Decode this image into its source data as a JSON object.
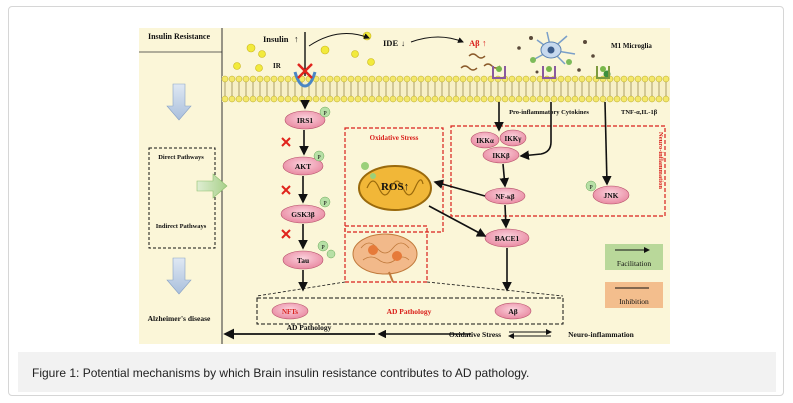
{
  "figure": {
    "side_labels": {
      "insulin_resistance": "Insulin Resistance",
      "direct_pathways": "Direct Pathways",
      "indirect_pathways": "Indirect Pathways",
      "alzheimers_disease": "Alzheimer's disease"
    },
    "membrane_labels": {
      "insulin": "Insulin",
      "ir": "IR",
      "ide": "IDE",
      "abeta_up": "Aβ",
      "m1_microglia": "M1 Microglia",
      "pro_inflammatory_cytokines": "Pro-inflammatory Cytokines",
      "tnf_il": "TNF-α,IL-1β"
    },
    "nodes": {
      "irs1": "IRS1",
      "akt": "AKT",
      "gsk3b": "GSK3β",
      "tau": "Tau",
      "ikka": "IKKα",
      "ikkg": "IKKγ",
      "ikkb": "IKKβ",
      "nfkb": "NF-κβ",
      "bace1": "BACE1",
      "jnk": "JNK",
      "p": "P"
    },
    "boxes": {
      "oxidative_stress": "Oxidative Stress",
      "ros": "ROS",
      "neuro_inflammation": "Neuro-inflammation",
      "ad_pathology": "AD Pathology",
      "nfts": "NFTs",
      "abeta": "Aβ"
    },
    "legend": {
      "facilitation": "Facilitation",
      "inhibition": "Inhibition"
    },
    "bottom": {
      "ad_pathology": "AD Pathology",
      "oxidative_stress": "Oxidative Stress",
      "neuro_inflammation": "Neuro-inflammation"
    }
  },
  "caption": "Figure 1: Potential mechanisms by which Brain insulin resistance contributes to AD pathology.",
  "colors": {
    "figure_background": "#fbf6d8",
    "node_fill": "#f2a6b8",
    "red_box": "#d9201b",
    "facilitation": "#b9d89a",
    "inhibition": "#f3be8d",
    "caption_background": "#f2f2f2"
  }
}
